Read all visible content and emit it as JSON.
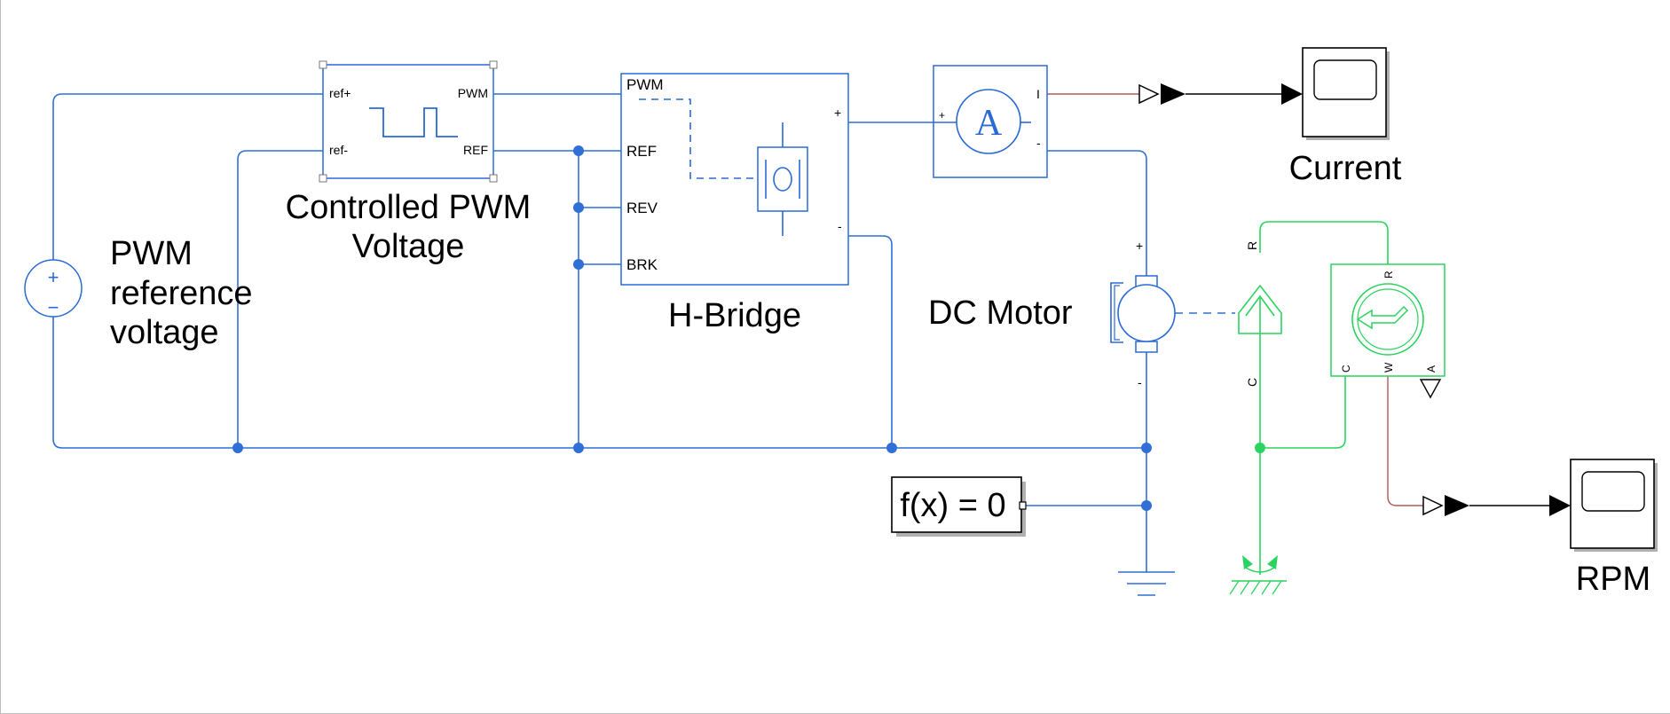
{
  "blocks": {
    "pwm_source": {
      "label": "PWM reference voltage",
      "label_lines": [
        "PWM",
        "reference",
        "voltage"
      ],
      "plus": "+",
      "minus": "−"
    },
    "controlled_pwm": {
      "label_lines": [
        "Controlled PWM",
        "Voltage"
      ],
      "ports": {
        "ref_plus": "ref+",
        "ref_minus": "ref-",
        "pwm": "PWM",
        "ref": "REF"
      }
    },
    "h_bridge": {
      "label": "H-Bridge",
      "ports": {
        "pwm": "PWM",
        "ref": "REF",
        "rev": "REV",
        "brk": "BRK",
        "plus": "+",
        "minus": "-"
      }
    },
    "ammeter": {
      "symbol": "A",
      "ports": {
        "plus": "+",
        "minus": "-",
        "current": "I"
      }
    },
    "dc_motor": {
      "label": "DC Motor",
      "plus": "+",
      "minus": "-"
    },
    "motion_sensor": {
      "ports": {
        "r": "R",
        "c": "C"
      }
    },
    "speed_sensor": {
      "ports": {
        "r": "R",
        "c": "C",
        "w": "W",
        "a": "A"
      }
    },
    "solver": {
      "label": "f(x) = 0"
    },
    "scope_current": {
      "label": "Current"
    },
    "scope_rpm": {
      "label": "RPM"
    }
  },
  "colors": {
    "electrical": "#2f6fd6",
    "mechanical": "#2bd35f",
    "signal": "#b05858",
    "simulink": "#000000"
  }
}
